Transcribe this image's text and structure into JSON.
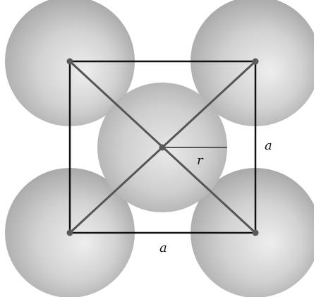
{
  "diagram": {
    "labels": {
      "side_right": "a",
      "side_bottom": "a",
      "radius": "r"
    },
    "colors": {
      "sphere_light": "#eeeeee",
      "sphere_dark": "#a9a9a9",
      "square_edge": "#111111",
      "diagonal": "#555555",
      "node": "#5a5a5a"
    }
  }
}
